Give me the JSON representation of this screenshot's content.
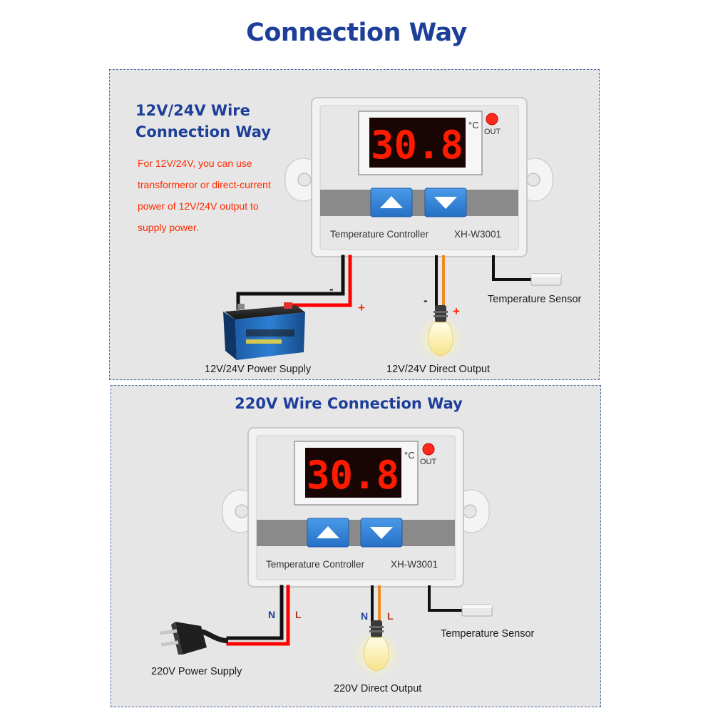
{
  "title": "Connection Way",
  "section1": {
    "title_line1": "12V/24V Wire",
    "title_line2": "Connection Way",
    "note_lines": [
      "For 12V/24V, you can use",
      "transformeror or direct-current",
      "power of 12V/24V output to",
      "supply power."
    ],
    "power_label": "12V/24V Power Supply",
    "output_label": "12V/24V Direct Output",
    "sensor_label": "Temperature Sensor",
    "minus": "-",
    "plus": "+"
  },
  "section2": {
    "title": "220V Wire Connection Way",
    "power_label": "220V Power Supply",
    "output_label": "220V Direct Output",
    "sensor_label": "Temperature Sensor",
    "n": "N",
    "l": "L"
  },
  "controller": {
    "display": "30.8",
    "unit": "°C",
    "out": "OUT",
    "label": "Temperature Controller",
    "model": "XH-W3001"
  },
  "colors": {
    "title_blue": "#1d3f99",
    "note_red": "#ff2a00",
    "led_red": "#ff1a00",
    "button_blue": "#2f7fd8",
    "wire_red": "#ff0000",
    "wire_orange": "#f08a24",
    "wire_black": "#111111"
  },
  "icons": [
    "up-arrow-icon",
    "down-arrow-icon",
    "battery-icon",
    "light-bulb-icon",
    "power-plug-icon",
    "temperature-probe-icon"
  ]
}
